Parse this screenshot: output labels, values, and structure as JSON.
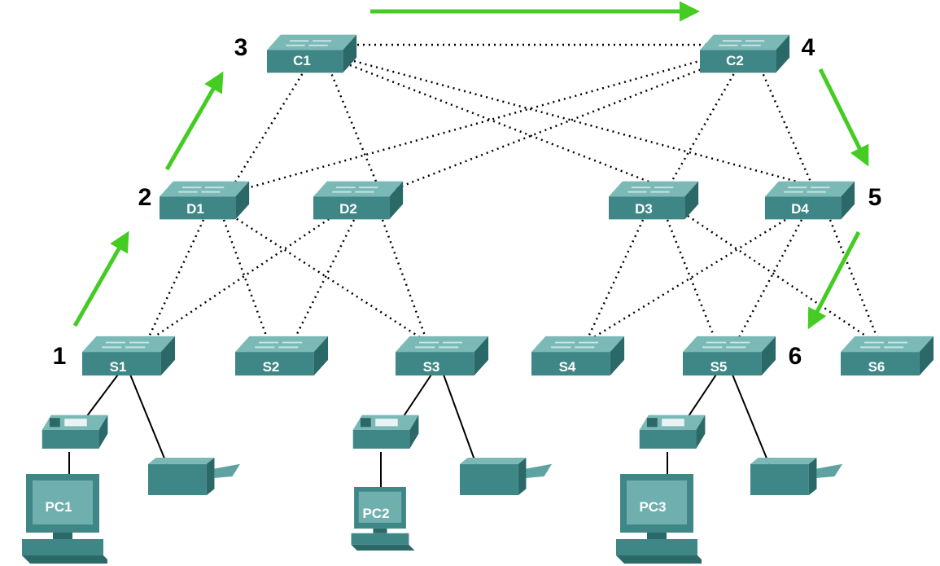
{
  "diagram": {
    "colors": {
      "device_top": "#6fb0ae",
      "device_front": "#3d8584",
      "device_side": "#2a6665",
      "device_light": "#a9d3d1",
      "link_dotted": "#000000",
      "link_solid": "#000000",
      "path_arrow": "#44cc22"
    },
    "switches": {
      "C1": "C1",
      "C2": "C2",
      "D1": "D1",
      "D2": "D2",
      "D3": "D3",
      "D4": "D4",
      "S1": "S1",
      "S2": "S2",
      "S3": "S3",
      "S4": "S4",
      "S5": "S5",
      "S6": "S6"
    },
    "pcs": {
      "PC1": "PC1",
      "PC2": "PC2",
      "PC3": "PC3"
    },
    "steps": {
      "s1": "1",
      "s2": "2",
      "s3": "3",
      "s4": "4",
      "s5": "5",
      "s6": "6"
    },
    "icons": {
      "switch": "switch-icon",
      "ip_phone": "ip-phone-icon",
      "printer": "printer-icon",
      "pc": "pc-icon"
    }
  }
}
